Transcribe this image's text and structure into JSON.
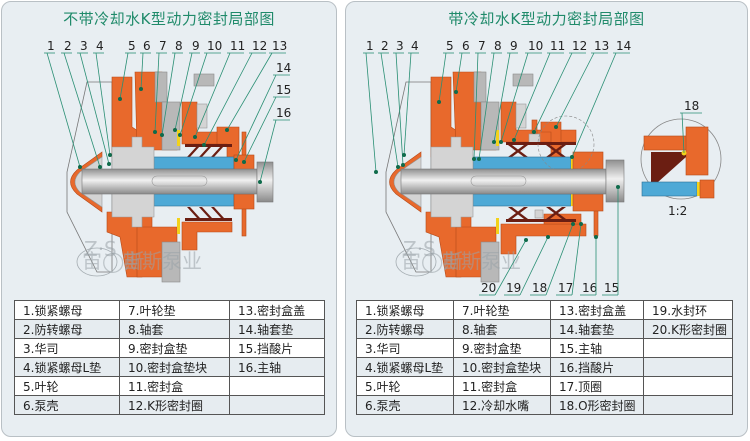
{
  "panels": {
    "left": {
      "title": "不带冷却水K型动力密封局部图",
      "callouts_top": [
        "1",
        "2",
        "3",
        "4",
        "5",
        "6",
        "7",
        "8",
        "9",
        "10",
        "11",
        "12",
        "13"
      ],
      "callouts_right": [
        "14",
        "15",
        "16"
      ],
      "watermark": {
        "logo": "Z·S",
        "logo_sub": "宙◯斯",
        "text": "宙斯泵业"
      },
      "legend": {
        "rows": [
          [
            "1.锁紧螺母",
            "7.叶轮垫",
            "13.密封盒盖"
          ],
          [
            "2.防转螺母",
            "8.轴套",
            "14.轴套垫"
          ],
          [
            "3.华司",
            "9.密封盒垫",
            "15.挡酸片"
          ],
          [
            "4.锁紧螺母L垫",
            "10.密封盒垫块",
            "16.主轴"
          ],
          [
            "5.叶轮",
            "11.密封盒",
            ""
          ],
          [
            "6.泵壳",
            "12.K形密封圈",
            ""
          ]
        ]
      }
    },
    "right": {
      "title": "带冷却水K型动力密封局部图",
      "callouts_top": [
        "1",
        "2",
        "3",
        "4",
        "5",
        "6",
        "7",
        "8",
        "9",
        "10",
        "11",
        "12",
        "13",
        "14"
      ],
      "callouts_bottom": [
        "20",
        "19",
        "18",
        "17",
        "16",
        "15"
      ],
      "detail": {
        "callout": "18",
        "scale": "1:2"
      },
      "watermark": {
        "logo": "Z·S",
        "logo_sub": "宙◯斯",
        "text": "宙斯泵业"
      },
      "legend": {
        "rows": [
          [
            "1.锁紧螺母",
            "7.叶轮垫",
            "13.密封盒盖",
            "19.水封环"
          ],
          [
            "2.防转螺母",
            "8.轴套",
            "14.轴套垫",
            "20.K形密封圈"
          ],
          [
            "3.华司",
            "9.密封盒垫",
            "15.主轴",
            ""
          ],
          [
            "4.锁紧螺母L垫",
            "10.密封盒垫块",
            "16.挡酸片",
            ""
          ],
          [
            "5.叶轮",
            "11.密封盒",
            "17.顶圈",
            ""
          ],
          [
            "6.泵壳",
            "12.冷却水嘴",
            "18.O形密封圈",
            ""
          ]
        ]
      }
    }
  },
  "colors": {
    "title": "#1f8a6a",
    "orange_parts": "#e8692c",
    "steel_parts": "#b8b8b8",
    "sleeve_blue": "#4ea9d6",
    "seal_brown": "#6b1e12",
    "gasket_yellow": "#f2d21b",
    "leader_green": "#2a8f74",
    "panel_bg": "#e8eef2"
  }
}
